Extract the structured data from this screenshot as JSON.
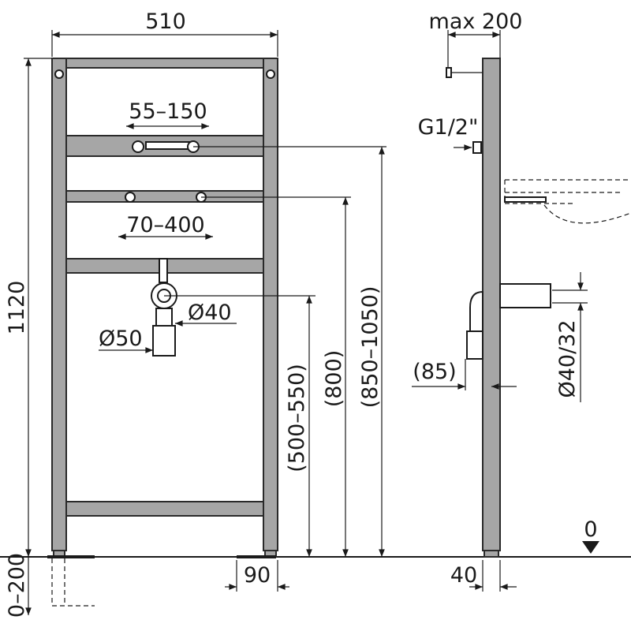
{
  "title": "Washbasin installation frame dimensions",
  "front_view": {
    "width": "510",
    "connection_spacing": "55–150",
    "fixing_spacing": "70–400",
    "drain_outlet": "Ø40",
    "drain_inlet": "Ø50",
    "total_height": "1120",
    "adjustable_feet": "0–200",
    "drain_height": "(500–550)",
    "fixing_height": "(800)",
    "supply_height": "(850–1050)",
    "foot_offset": "90"
  },
  "side_view": {
    "supply_projection": "max 200",
    "supply_thread": "G1/2\"",
    "drain_offset": "(85)",
    "drain_diameter": "Ø40/32",
    "floor_level": "0",
    "frame_depth": "40"
  }
}
